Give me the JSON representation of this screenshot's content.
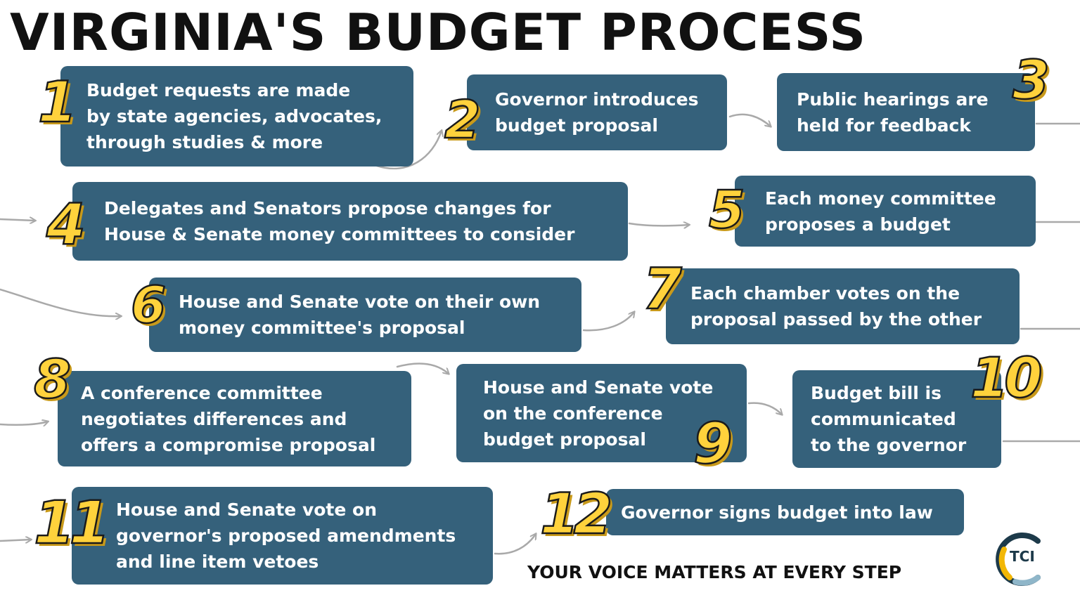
{
  "title": "VIRGINIA'S BUDGET PROCESS",
  "steps": [
    {
      "number": "1",
      "text": "Budget requests are made\nby state agencies, advocates,\nthrough studies & more"
    },
    {
      "number": "2",
      "text": "Governor introduces\nbudget proposal"
    },
    {
      "number": "3",
      "text": "Public hearings are\nheld for feedback"
    },
    {
      "number": "4",
      "text": "Delegates and Senators propose changes for\nHouse & Senate money committees to consider"
    },
    {
      "number": "5",
      "text": "Each money committee\nproposes a budget"
    },
    {
      "number": "6",
      "text": "House and Senate vote on their own\nmoney committee's proposal"
    },
    {
      "number": "7",
      "text": "Each chamber votes on the\nproposal passed by the other"
    },
    {
      "number": "8",
      "text": "A conference committee\nnegotiates differences and\noffers a compromise proposal"
    },
    {
      "number": "9",
      "text": "House and Senate vote\non the conference\nbudget proposal"
    },
    {
      "number": "10",
      "text": "Budget bill is\ncommunicated\nto the governor"
    },
    {
      "number": "11",
      "text": "House and Senate vote on\ngovernor's proposed amendments\nand line item vetoes"
    },
    {
      "number": "12",
      "text": "Governor signs budget into law"
    }
  ],
  "footer": "YOUR VOICE MATTERS AT EVERY STEP",
  "logo": {
    "text": "TCI",
    "colors": {
      "ring_dark": "#1d3a4a",
      "ring_accent": "#f2b705",
      "ring_light": "#8fb6c9"
    }
  },
  "colors": {
    "box": "#35617b",
    "box_text": "#ffffff",
    "number_fill": "#ffd23c",
    "connector": "#a9a9a9"
  }
}
